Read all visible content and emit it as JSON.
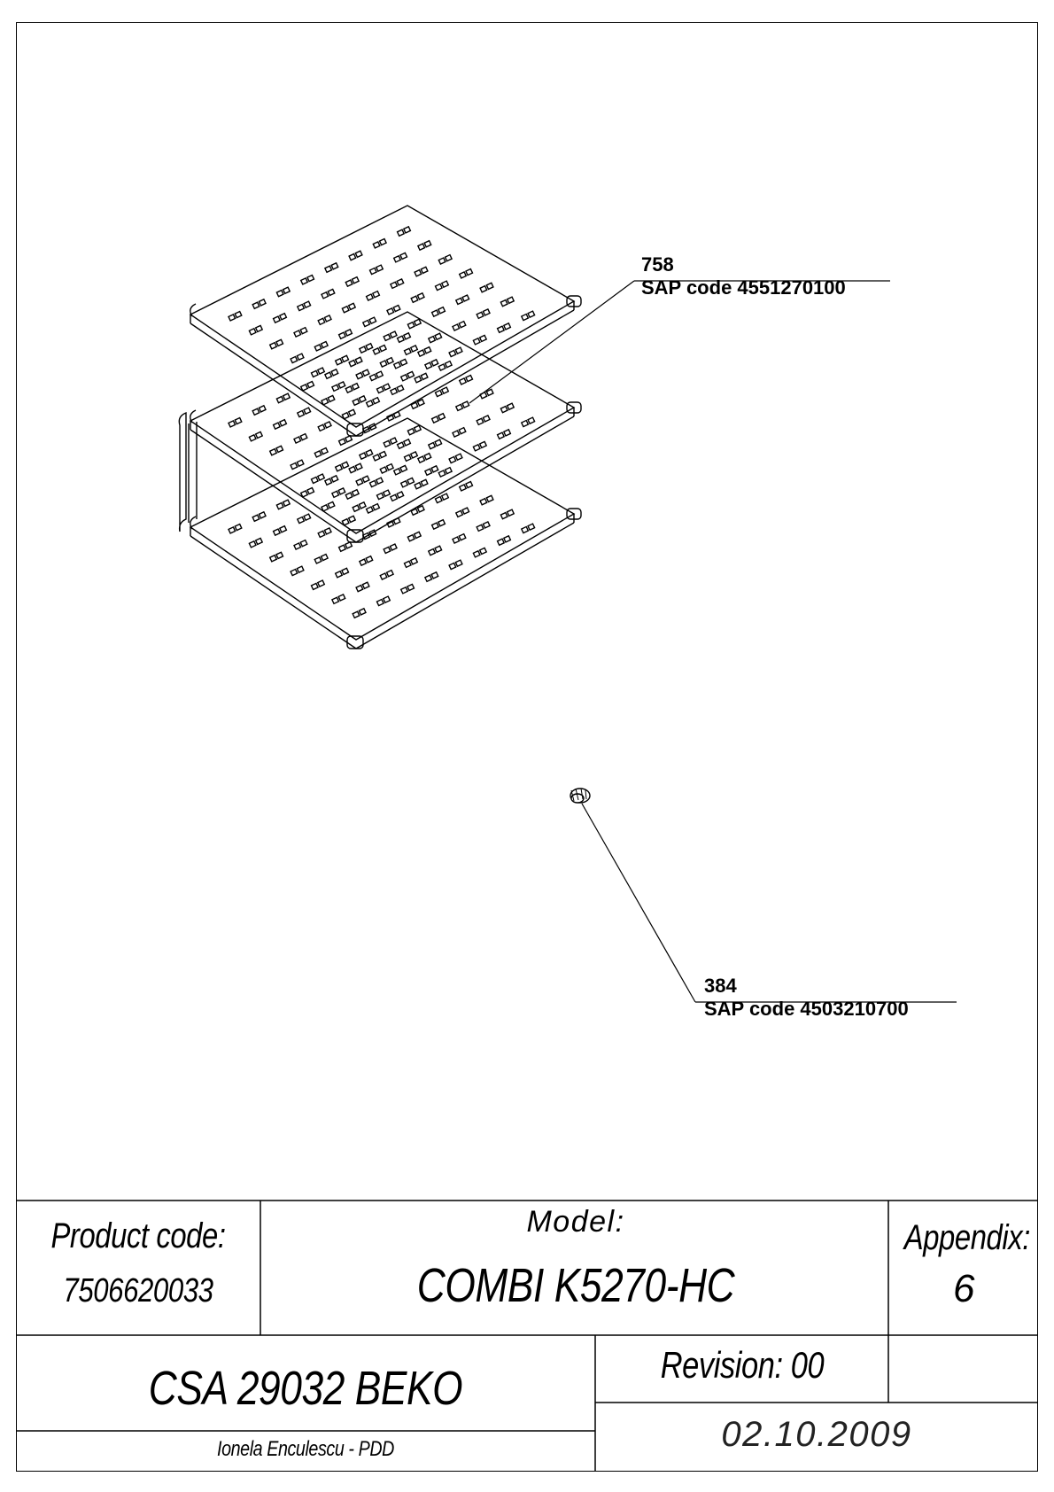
{
  "callouts": [
    {
      "number": "758",
      "sap": "SAP code 4551270100"
    },
    {
      "number": "384",
      "sap": "SAP code 4503210700"
    }
  ],
  "title_block": {
    "product_code_label": "Product code:",
    "product_code_value": "7506620033",
    "model_label": "Model:",
    "model_value": "COMBI K5270-HC",
    "appendix_label": "Appendix:",
    "appendix_value": "6",
    "document": "CSA 29032 BEKO",
    "revision": "Revision: 00",
    "author": "Ionela Enculescu - PDD",
    "date": "02.10.2009"
  }
}
